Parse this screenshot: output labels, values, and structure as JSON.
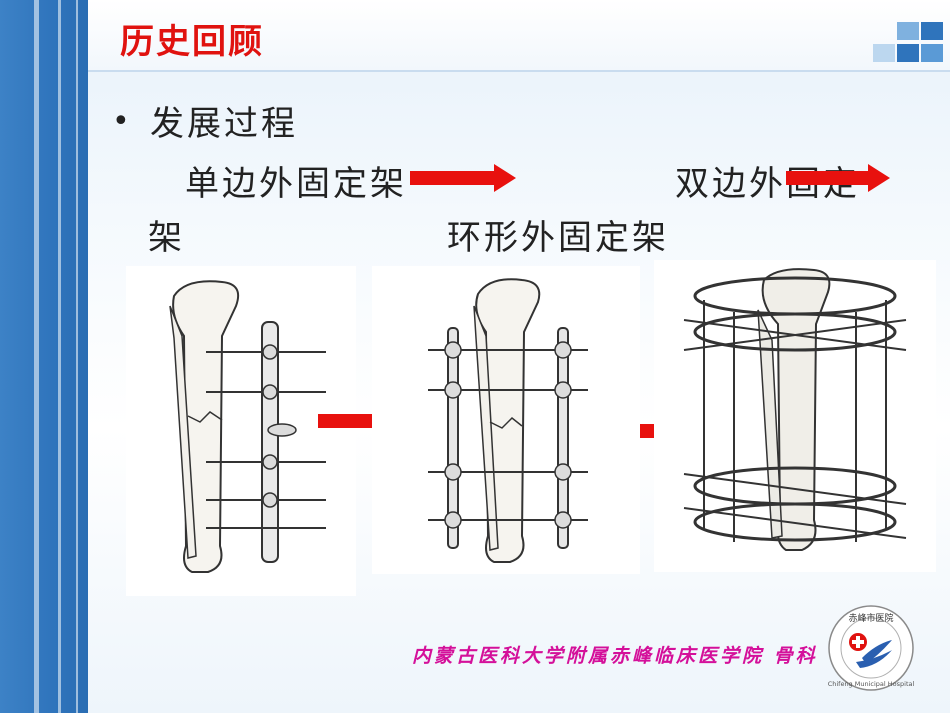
{
  "slide": {
    "title": "历史回顾",
    "bullet": "•",
    "bullet_text": "发展过程",
    "line1_left": "单边外固定架",
    "line1_right": "双边外固定",
    "line2_left": "架",
    "line2_right": "环形外固定架",
    "footer": "内蒙古医科大学附属赤峰临床医学院 骨科"
  },
  "logo": {
    "top_text": "赤峰市医院",
    "ring_text": "Chifeng Municipal Hospital"
  },
  "colors": {
    "title": "#e0120f",
    "arrow": "#e8110e",
    "footer": "#d4109a",
    "sidebar": "#2f74bc"
  },
  "icons": [
    "right-arrow-icon",
    "hospital-logo",
    "decorative-squares"
  ]
}
